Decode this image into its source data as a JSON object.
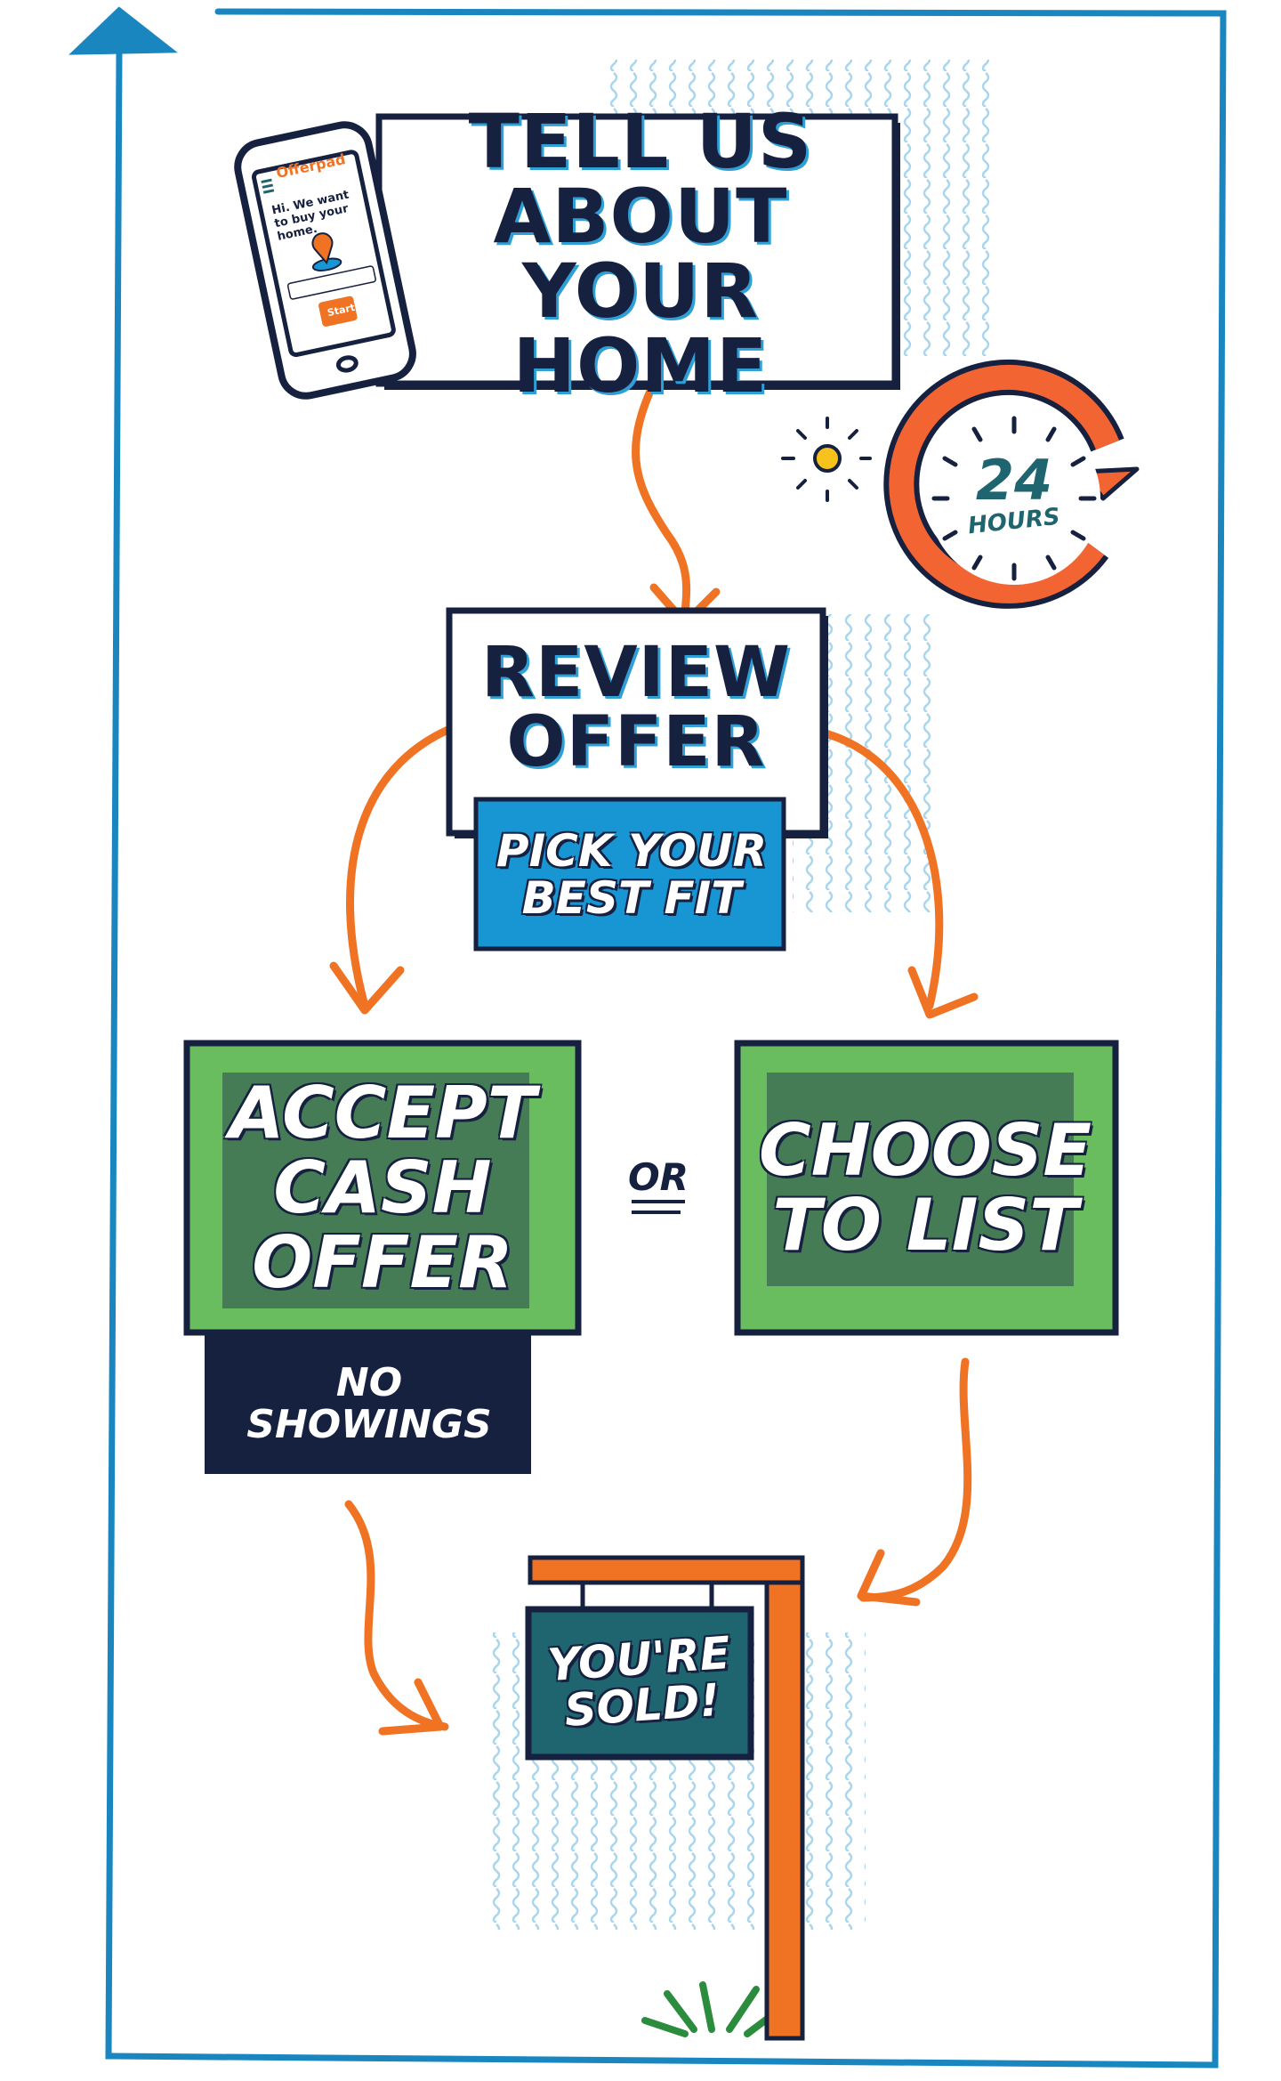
{
  "phone": {
    "brand": "Offerpad",
    "greeting": "Hi. We want to buy your home.",
    "start_label": "Start"
  },
  "steps": {
    "tell_us": "TELL US ABOUT YOUR HOME",
    "review": "REVIEW OFFER",
    "pick": "PICK YOUR BEST FIT",
    "accept": "ACCEPT CASH OFFER",
    "no_showings": "NO SHOWINGS",
    "or": "OR",
    "choose": "CHOOSE TO LIST",
    "sold": "YOU'RE SOLD!"
  },
  "clock": {
    "number": "24",
    "unit": "HOURS"
  },
  "colors": {
    "frame": "#1a86c0",
    "navy": "#16203f",
    "orange": "#f07323",
    "green": "#6abd5f",
    "dark_green": "#457c55",
    "blue_box": "#1895d3",
    "teal": "#1f6570",
    "wave": "#a9d6ec"
  }
}
